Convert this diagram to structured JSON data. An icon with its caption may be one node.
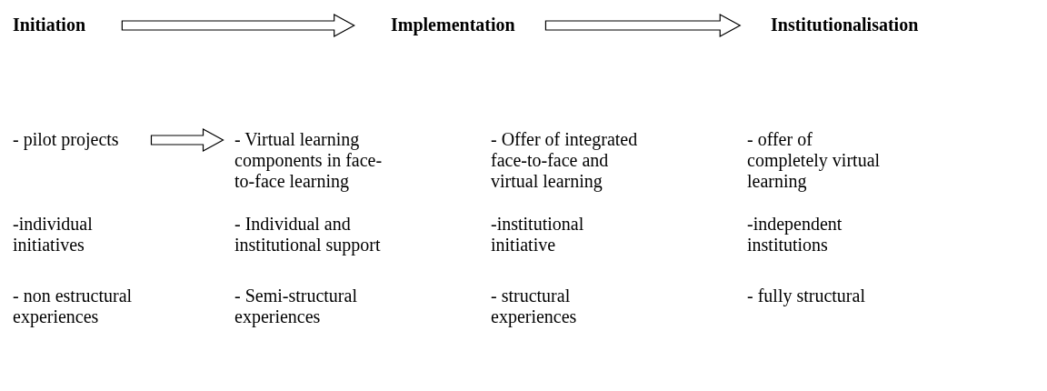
{
  "diagram": {
    "nodes": [
      {
        "text": [
          "Initiation"
        ]
      },
      {
        "text": [
          "Implementation"
        ]
      },
      {
        "text": [
          "Institutionalisation"
        ]
      },
      {
        "text": [
          "- pilot projects"
        ]
      },
      {
        "text": [
          "- Virtual learning components in face-to-face learning"
        ]
      }
    ],
    "edges": [
      {
        "from": 0,
        "to": 1,
        "arrow": "to"
      },
      {
        "from": 1,
        "to": 2,
        "arrow": "to"
      },
      {
        "from": 3,
        "to": 4,
        "arrow": "to"
      }
    ],
    "labels": [
      "- Offer of integrated face-to-face and virtual learning",
      "- offer of completely virtual learning",
      "-individual initiatives",
      "- Individual and institutional support",
      "-institutional initiative",
      "-independent institutions",
      "- non estructural experiences",
      "- Semi-structural experiences",
      "- structural experiences",
      "- fully structural"
    ]
  }
}
